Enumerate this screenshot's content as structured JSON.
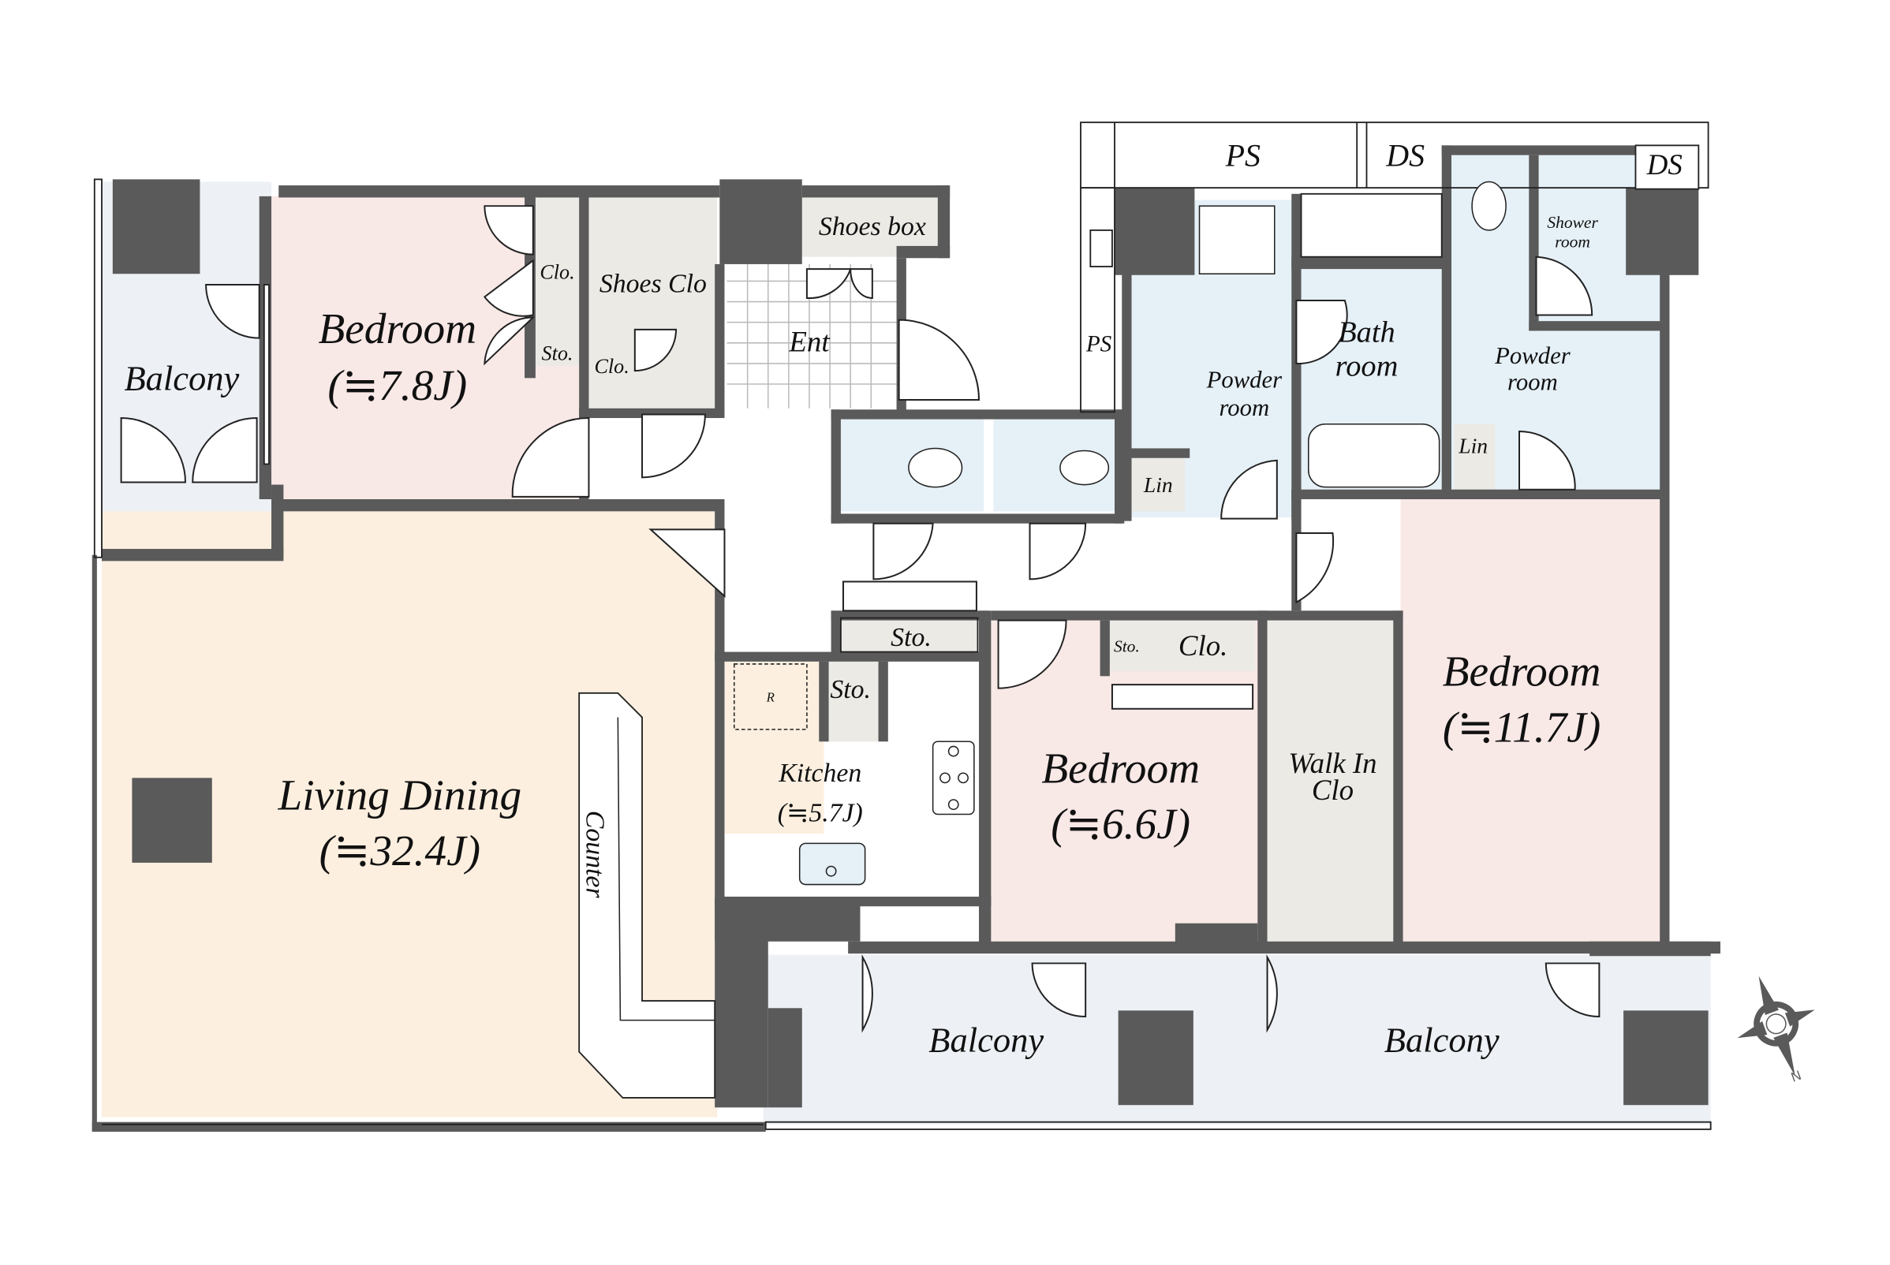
{
  "colors": {
    "wall": "#5a5a5a",
    "bedroom": "#f8e8e6",
    "living": "#fcefdf",
    "balcony": "#edf0f5",
    "wet": "#e5f0f7",
    "storage": "#ebeae5",
    "hall": "#ffffff"
  },
  "rooms": {
    "balcony_west": {
      "name": "Balcony"
    },
    "bedroom_nw": {
      "name": "Bedroom",
      "size": "(≒7.8J)"
    },
    "clo_nw": {
      "name": "Clo."
    },
    "sto_nw": {
      "name": "Sto."
    },
    "shoes_clo": {
      "name": "Shoes Clo"
    },
    "clo_shoes": {
      "name": "Clo."
    },
    "shoes_box": {
      "name": "Shoes box"
    },
    "entrance": {
      "name": "Ent"
    },
    "ps_top": {
      "name": "PS"
    },
    "ds_top": {
      "name": "DS"
    },
    "ds_right": {
      "name": "DS"
    },
    "ps_side": {
      "name": "PS"
    },
    "powder_room_1": {
      "name": "Powder room",
      "line1": "Powder",
      "line2": "room"
    },
    "bath_room": {
      "name": "Bath room",
      "line1": "Bath",
      "line2": "room"
    },
    "powder_room_2": {
      "name": "Powder room",
      "line1": "Powder",
      "line2": "room"
    },
    "shower_room": {
      "name": "Shower room",
      "line1": "Shower",
      "line2": "room"
    },
    "lin_1": {
      "name": "Lin"
    },
    "lin_2": {
      "name": "Lin"
    },
    "sto_hall": {
      "name": "Sto."
    },
    "sto_kitchen": {
      "name": "Sto."
    },
    "refrigerator": {
      "name": "R"
    },
    "kitchen": {
      "name": "Kitchen",
      "size": "(≒5.7J)"
    },
    "living_dining": {
      "name": "Living Dining",
      "size": "(≒32.4J)"
    },
    "counter": {
      "name": "Counter"
    },
    "bedroom_center": {
      "name": "Bedroom",
      "size": "(≒6.6J)"
    },
    "sto_center": {
      "name": "Sto."
    },
    "clo_center": {
      "name": "Clo."
    },
    "walk_in_clo": {
      "name": "Walk In Clo",
      "line1": "Walk In",
      "line2": "Clo"
    },
    "bedroom_east": {
      "name": "Bedroom",
      "size": "(≒11.7J)"
    },
    "balcony_south_1": {
      "name": "Balcony"
    },
    "balcony_south_2": {
      "name": "Balcony"
    }
  },
  "compass": {
    "north_label": "N",
    "icon": "compass-rose-icon"
  }
}
